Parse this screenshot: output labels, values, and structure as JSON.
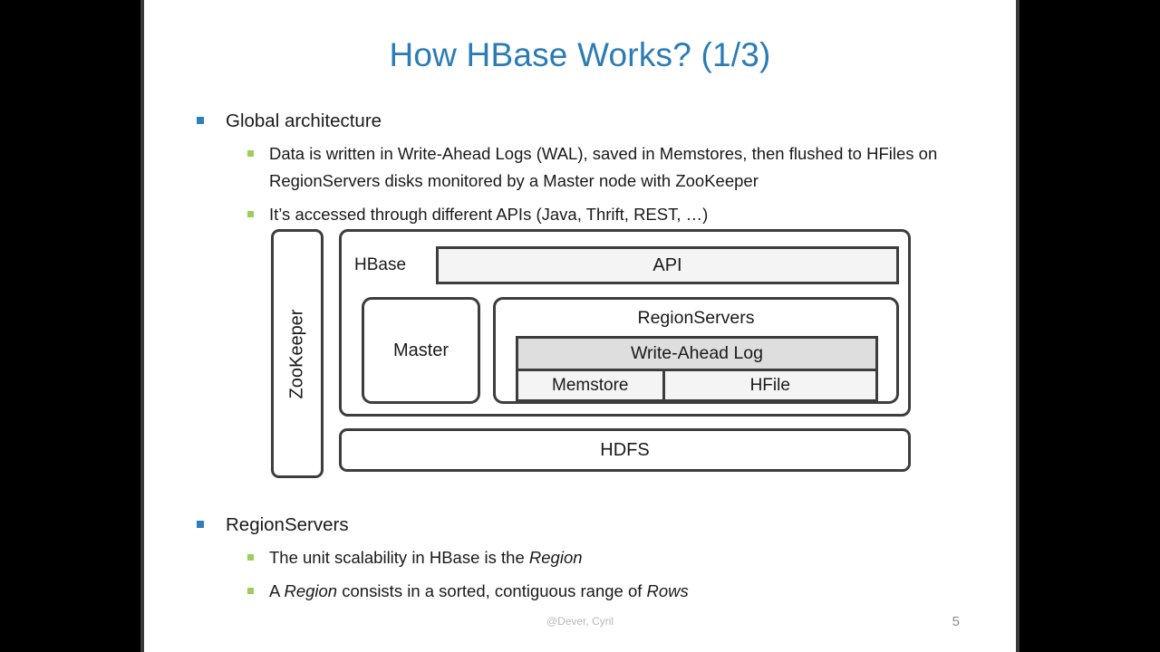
{
  "slide": {
    "title": "How HBase Works? (1/3)",
    "title_color": "#2b7cb5",
    "bullet_l1_color": "#2f7fc0",
    "bullet_l2_color": "#8cc63f",
    "sections": [
      {
        "heading": "Global architecture",
        "points": [
          "Data is written in Write-Ahead Logs (WAL), saved in Memstores, then flushed to HFiles on RegionServers disks monitored by a Master node with ZooKeeper",
          "It’s accessed through different APIs (Java, Thrift, REST, …)"
        ]
      },
      {
        "heading": "RegionServers",
        "points": [
          "The unit scalability in HBase is the Region",
          "A Region consists in a sorted, contiguous range of Rows"
        ]
      }
    ],
    "footer": {
      "author": "@Dever, Cyril",
      "page_number": "5"
    }
  },
  "diagram": {
    "zookeeper": "ZooKeeper",
    "hbase_label": "HBase",
    "api": "API",
    "master": "Master",
    "regionservers": "RegionServers",
    "wal": "Write-Ahead Log",
    "memstore": "Memstore",
    "hfile": "HFile",
    "hdfs": "HDFS"
  }
}
